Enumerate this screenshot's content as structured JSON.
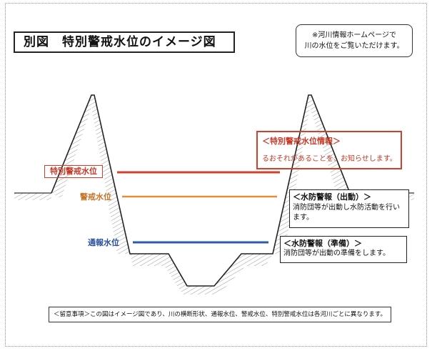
{
  "title": "別図　特別警戒水位のイメージ図",
  "note": {
    "line1": "※河川情報ホームページで",
    "line2": "川の水位をご覧いただけます。"
  },
  "levels": {
    "special": {
      "label": "特別警戒水位",
      "color": "#d0402a"
    },
    "warning": {
      "label": "警戒水位",
      "color": "#e0903a"
    },
    "report": {
      "label": "通報水位",
      "color": "#2d5bb0"
    }
  },
  "info_box": {
    "heading": "＜特別警戒水位情報＞",
    "body": "るおそれがあることを、お知らせします。"
  },
  "alert_box": {
    "heading": "＜水防警報（出動）＞",
    "body": "消防団等が出動し水防活動を行います。"
  },
  "prep_box": {
    "heading": "＜水防警報（準備）＞",
    "body": "消防団等が出動の準備をします。"
  },
  "footer": "＜留意事項＞この図はイメージ図であり、川の横断形状、通報水位、警戒水位、特別警戒水位は各河川ごとに異なります。"
}
